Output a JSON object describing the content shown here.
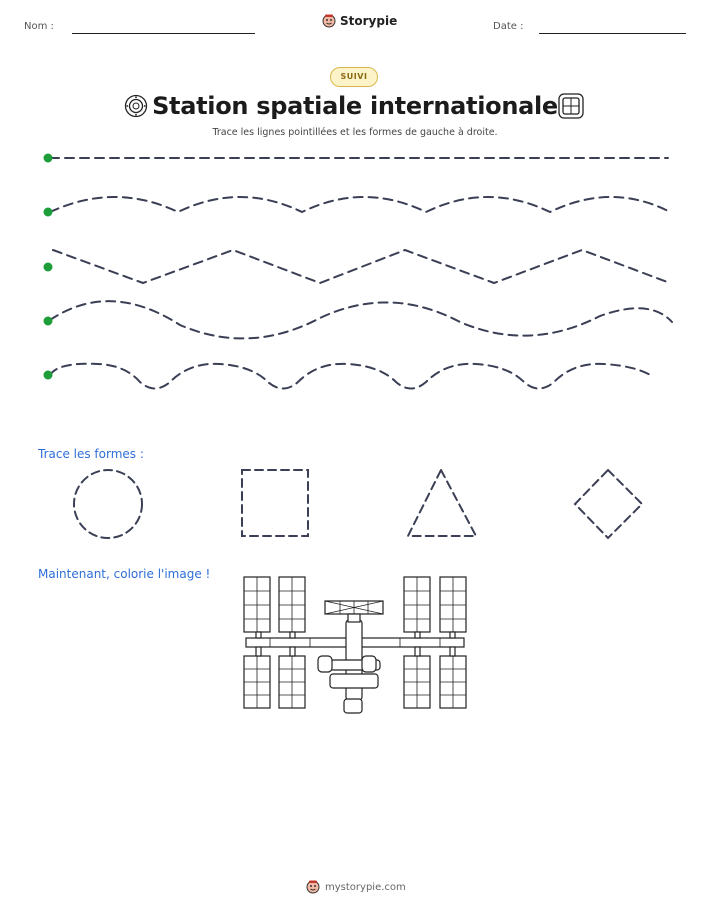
{
  "header": {
    "name_label": "Nom :",
    "brand": "Storypie",
    "date_label": "Date :"
  },
  "badge": "SUIVI",
  "title": "Station spatiale internationale",
  "subtitle": "Trace les lignes pointillées et les formes de gauche à droite.",
  "shapes_label": "Trace les formes :",
  "color_label": "Maintenant, colorie l'image !",
  "footer": "mystorypie.com",
  "colors": {
    "accent_blue": "#2f6fd8",
    "start_dot": "#1e9e3a",
    "dash_stroke": "#3a3f55"
  },
  "icons": {
    "title_left": "porthole-icon",
    "title_right": "window-icon",
    "brand": "storypie-logo-icon"
  }
}
